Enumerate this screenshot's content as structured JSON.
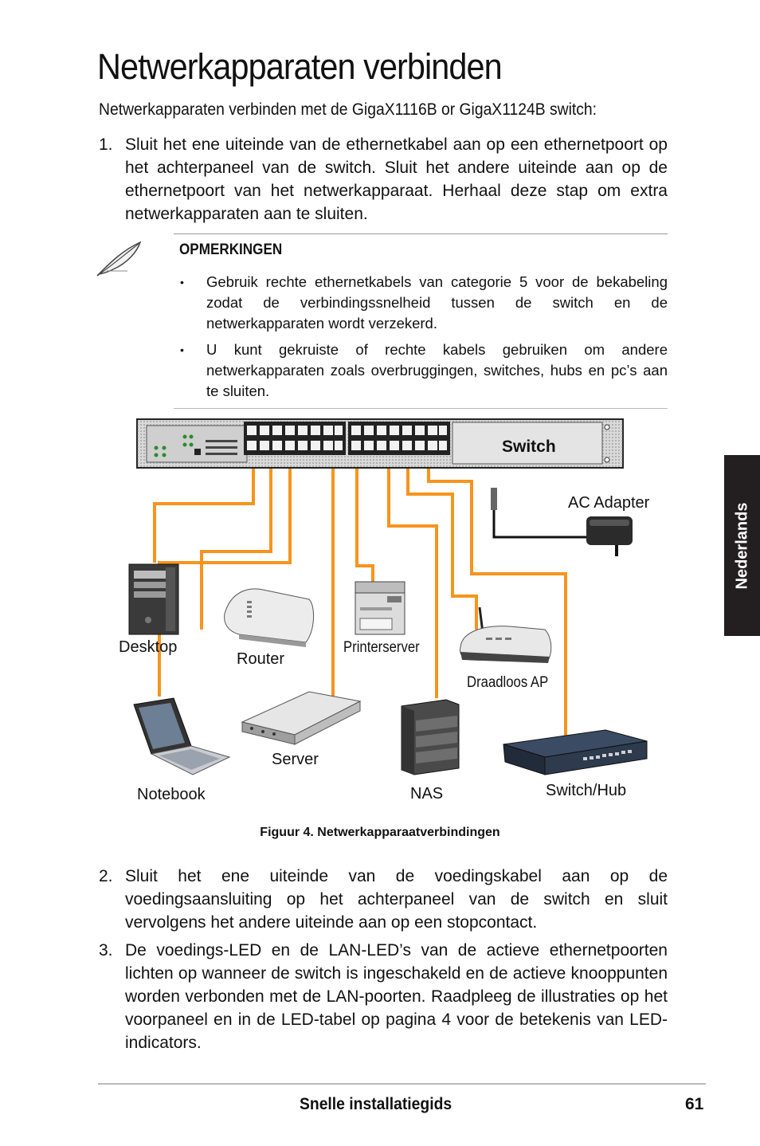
{
  "title": "Netwerkapparaten verbinden",
  "intro": "Netwerkapparaten verbinden met de GigaX1116B or GigaX1124B switch:",
  "steps": [
    {
      "num": "1.",
      "text": "Sluit het ene uiteinde van de ethernetkabel aan op een ethernetpoort op het achterpaneel van de switch. Sluit het andere uiteinde aan op de ethernetpoort van het netwerkapparaat. Herhaal deze stap om extra netwerkapparaten aan te sluiten."
    },
    {
      "num": "2.",
      "text": "Sluit het ene uiteinde van de voedingskabel aan op de voedingsaansluiting op het achterpaneel van de switch en sluit vervolgens het andere uiteinde aan op een stopcontact."
    },
    {
      "num": "3.",
      "text": "De voedings-LED en de LAN-LED’s van de actieve ethernetpoorten lichten op wanneer de switch is ingeschakeld en de actieve knooppunten worden verbonden met de LAN-poorten. Raadpleeg de illustraties op het voorpaneel en in de LED-tabel op pagina 4 voor de betekenis van LED-indicators."
    }
  ],
  "notes": {
    "heading": "OPMERKINGEN",
    "bullet": "•",
    "items": [
      "Gebruik rechte ethernetkabels van categorie 5 voor de bekabeling zodat de verbindingssnelheid tussen de switch en de netwerkapparaten wordt verzekerd.",
      "U kunt gekruiste of rechte kabels gebruiken om andere netwerkapparaten zoals overbruggingen, switches, hubs en pc’s aan te sluiten."
    ]
  },
  "figure": {
    "switch_label": "Switch",
    "devices": {
      "ac_adapter": "AC Adapter",
      "desktop": "Desktop",
      "router": "Router",
      "printerserver": "Printerserver",
      "draadloos_ap": "Draadloos AP",
      "notebook": "Notebook",
      "server": "Server",
      "nas": "NAS",
      "switch_hub": "Switch/Hub"
    },
    "caption": "Figuur 4. Netwerkapparaatverbindingen",
    "cable_color": "#f7941d"
  },
  "side_tab": "Nederlands",
  "footer": {
    "title": "Snelle installatiegids",
    "page": "61"
  }
}
